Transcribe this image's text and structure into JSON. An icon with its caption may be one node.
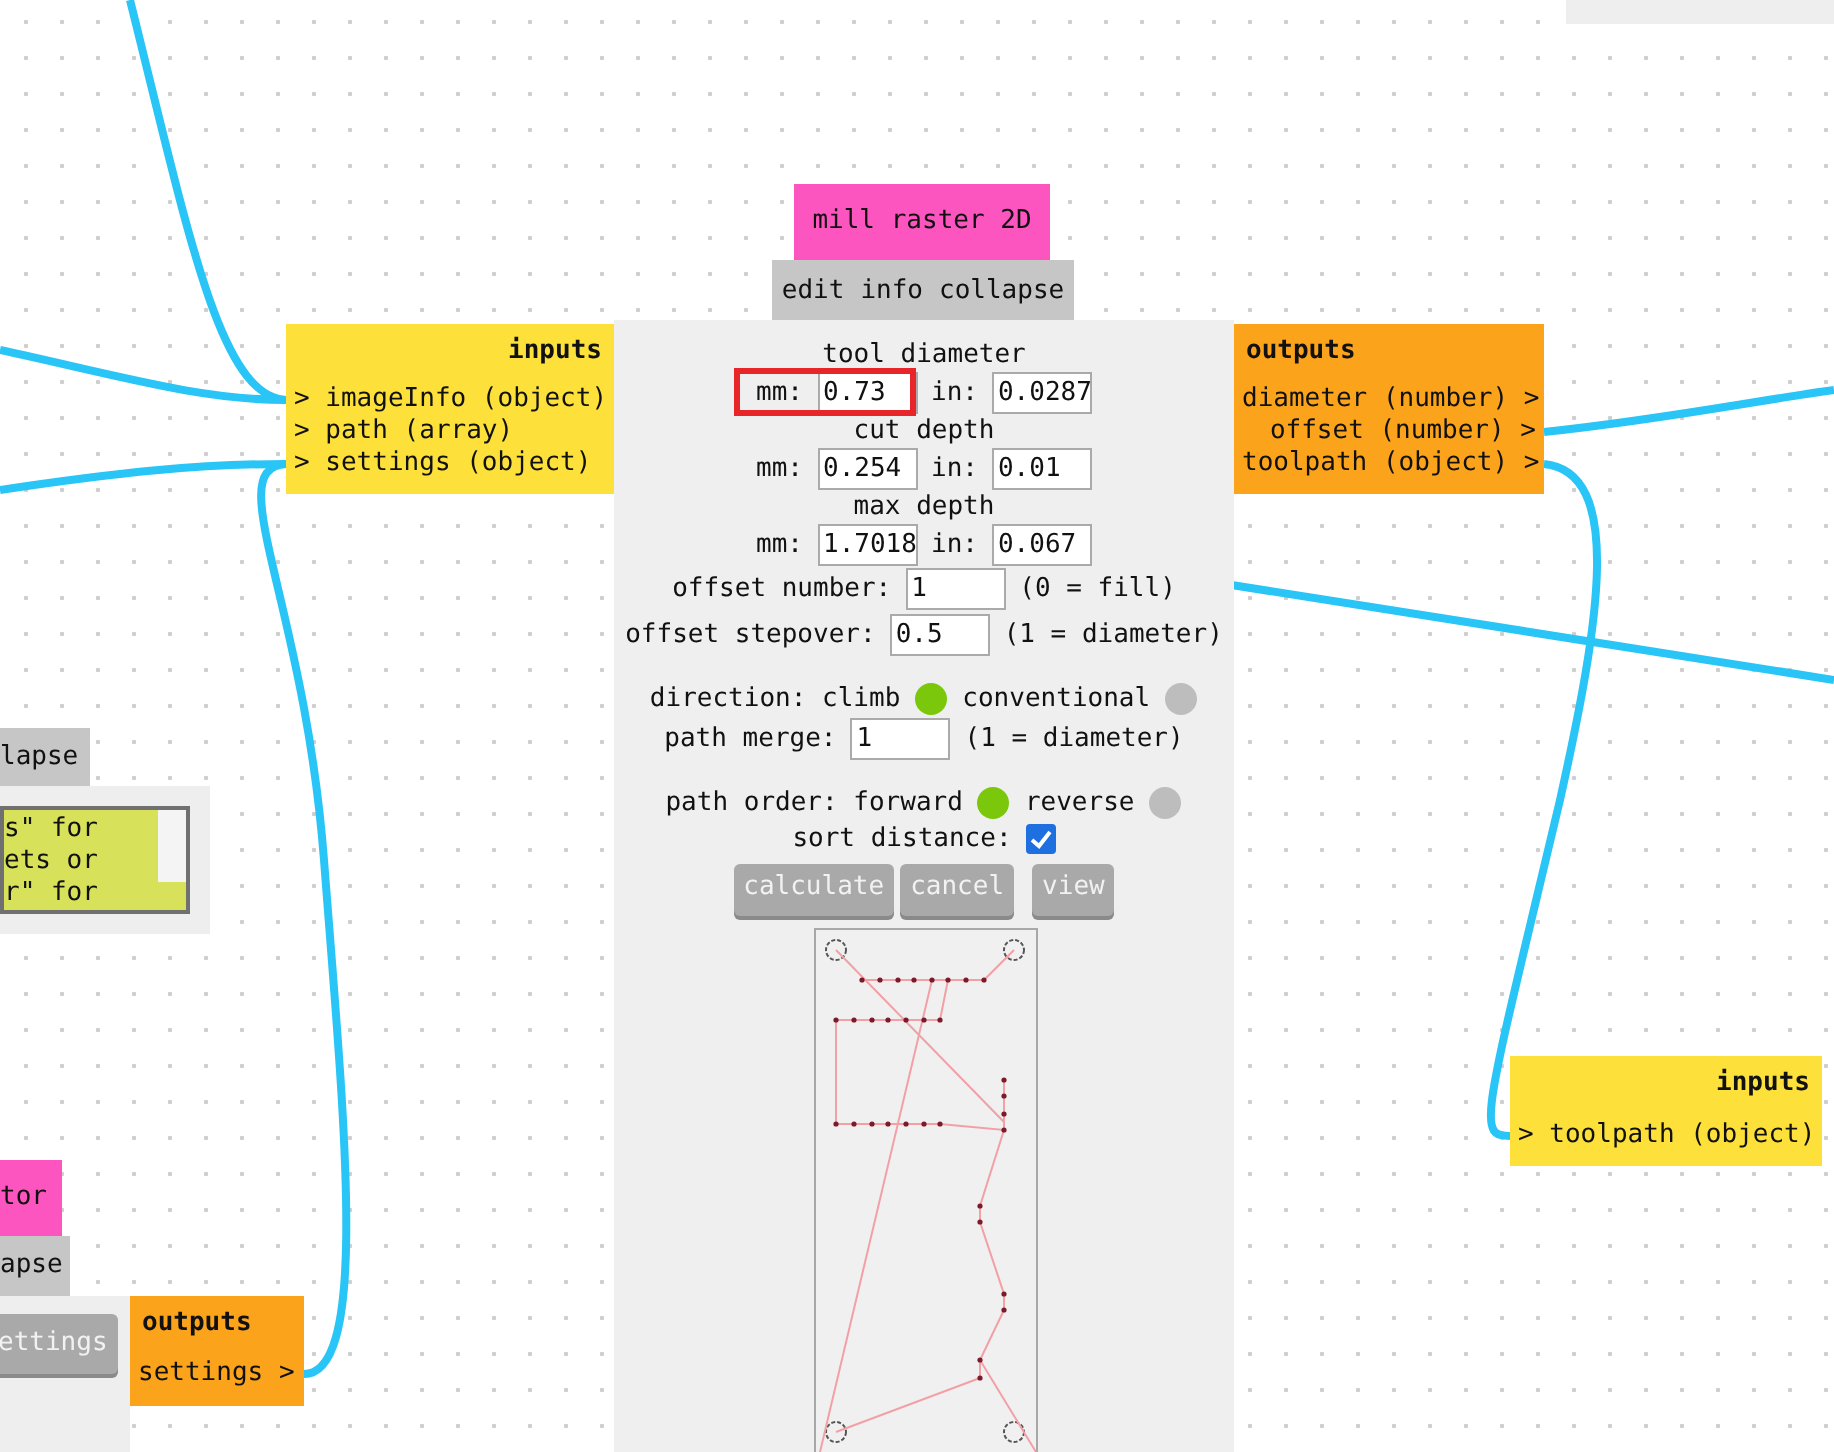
{
  "diagram": {
    "nodes": [
      {
        "text": [
          "inputs"
        ]
      },
      {
        "text": [
          "> imageInfo (object)"
        ],
        "in": 0
      },
      {
        "text": [
          "> path (array)"
        ],
        "in": 0
      },
      {
        "text": [
          "> settings (object)"
        ],
        "in": 0
      },
      {
        "text": [
          "outputs"
        ]
      },
      {
        "text": [
          "diameter (number) >"
        ],
        "in": 4
      },
      {
        "text": [
          "offset (number) >"
        ],
        "in": 4
      },
      {
        "text": [
          "toolpath (object) >"
        ],
        "in": 4
      },
      {
        "text": [
          "inputs"
        ]
      },
      {
        "text": [
          "> toolpath (object)"
        ],
        "in": 8
      },
      {
        "text": [
          "outputs"
        ]
      },
      {
        "text": [
          "settings >"
        ],
        "in": 10
      },
      {
        "text": [
          "mill raster 2D"
        ]
      },
      {
        "text": [
          "tor"
        ]
      }
    ],
    "edges": [
      {
        "from": null,
        "to": 1,
        "arrow": "none"
      },
      {
        "from": null,
        "to": 1,
        "arrow": "none"
      },
      {
        "from": null,
        "to": 3,
        "arrow": "none"
      },
      {
        "from": 11,
        "to": 3,
        "arrow": "none"
      },
      {
        "from": 6,
        "to": null,
        "arrow": "none"
      },
      {
        "from": 7,
        "to": 9,
        "arrow": "none"
      }
    ],
    "labels": [
      "edit",
      "info",
      "collapse",
      "tool diameter",
      "mm:",
      "0.73",
      "in:",
      "0.0287",
      "cut depth",
      "mm:",
      "0.254",
      "in:",
      "0.01",
      "max depth",
      "mm:",
      "1.7018",
      "in:",
      "0.067",
      "offset number:",
      "1",
      "(0 = fill)",
      "offset stepover:",
      "0.5",
      "(1 = diameter)",
      "direction: climb",
      "conventional",
      "path merge:",
      "1",
      "(1 = diameter)",
      "path order: forward",
      "reverse",
      "sort distance:",
      "calculate",
      "cancel",
      "view",
      "lapse",
      "s\" for",
      "ets or",
      "r\" for",
      "apse",
      "ettings"
    ]
  }
}
